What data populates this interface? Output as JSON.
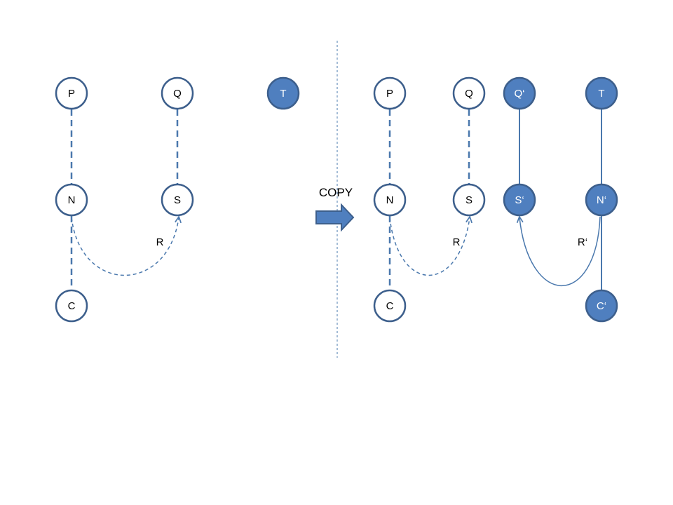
{
  "left_graph": {
    "nodes": {
      "P": "P",
      "Q": "Q",
      "T": "T",
      "N": "N",
      "S": "S",
      "C": "C"
    },
    "edge_label_r": "R"
  },
  "copy_label": "COPY",
  "right_graph": {
    "nodes": {
      "P": "P",
      "Q": "Q",
      "Q_prime": "Q‘",
      "T": "T",
      "N": "N",
      "S": "S",
      "S_prime": "S‘",
      "N_prime": "N‘",
      "C": "C",
      "C_prime": "C‘"
    },
    "edge_label_r": "R",
    "edge_label_r_prime": "R‘"
  },
  "colors": {
    "node_fill": "#4f7fbf",
    "node_stroke": "#3d5f8c",
    "edge": "#4a78ad"
  }
}
